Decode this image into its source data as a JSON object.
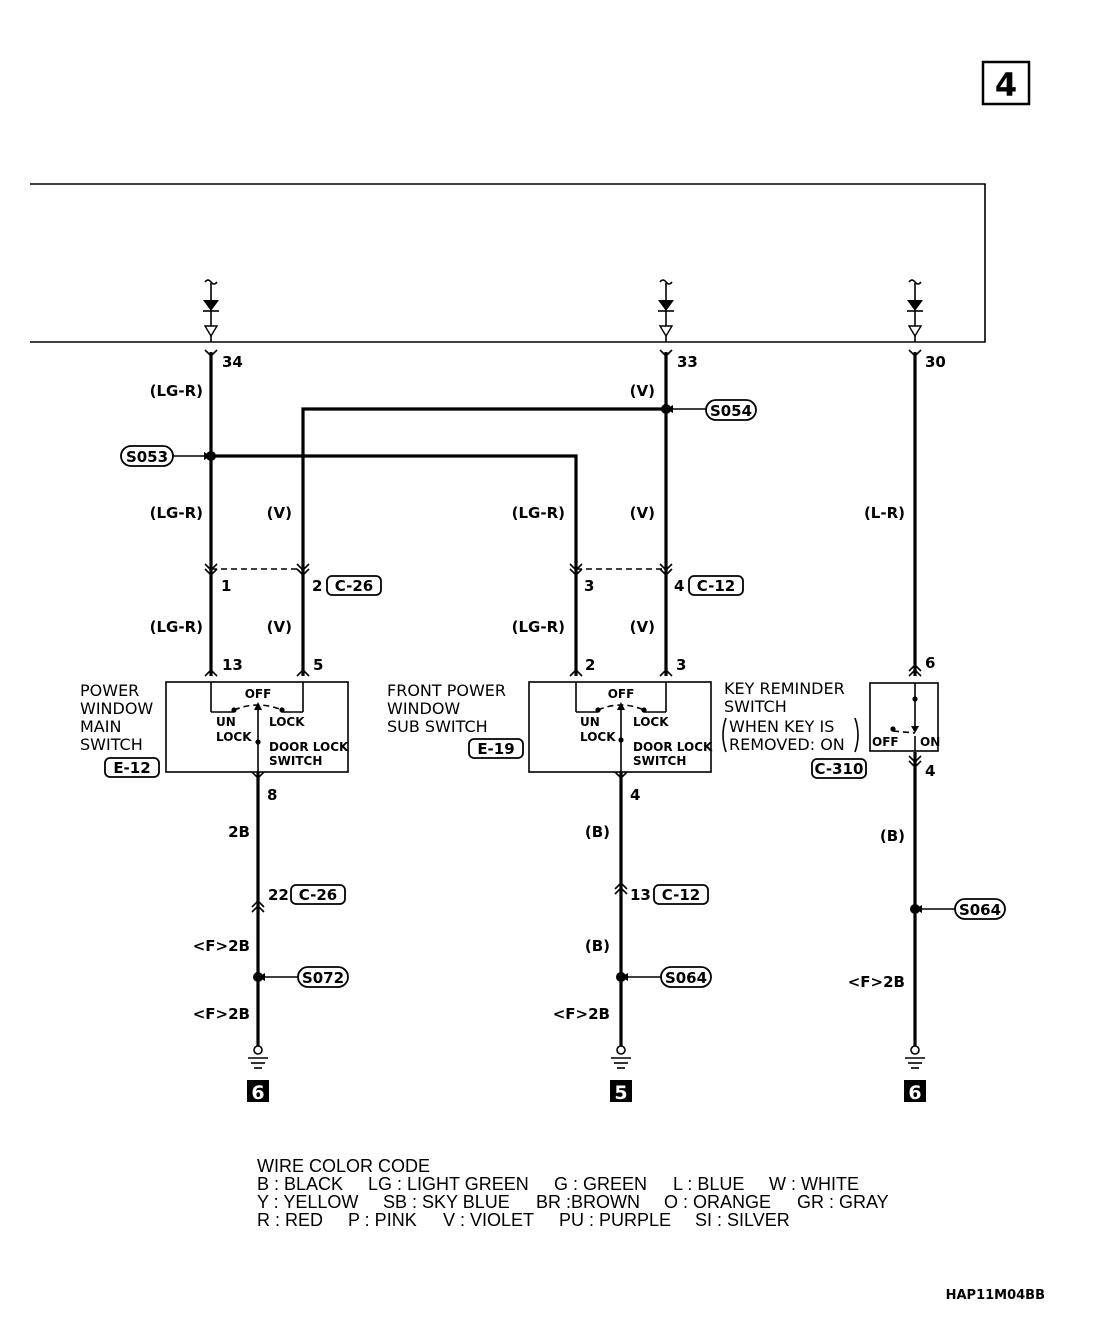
{
  "page_number": "4",
  "diagram_code": "HAP11M04BB",
  "terminals": {
    "t34": "34",
    "t33": "33",
    "t30": "30"
  },
  "wire_labels": {
    "lgr_top": "(LG-R)",
    "v_top": "(V)",
    "lgr_1": "(LG-R)",
    "v_1": "(V)",
    "lgr_2": "(LG-R)",
    "v_2": "(V)",
    "lr_1": "(L-R)",
    "lgr_a": "(LG-R)",
    "v_a": "(V)",
    "lgr_b": "(LG-R)",
    "v_b": "(V)",
    "w_2b": "2B",
    "w_b1": "(B)",
    "w_b2": "(B)",
    "w_b3": "(B)",
    "f2b_1": "<F>2B",
    "f2b_2": "<F>2B",
    "f2b_3": "<F>2B",
    "f2b_4": "<F>2B"
  },
  "splices": {
    "s053": "S053",
    "s054": "S054",
    "s072": "S072",
    "s064a": "S064",
    "s064b": "S064"
  },
  "connectors": {
    "c26_a": "C-26",
    "c12_a": "C-12",
    "c26_b": "C-26",
    "c12_b": "C-12",
    "c310": "C-310",
    "e12": "E-12",
    "e19": "E-19"
  },
  "pins": {
    "p1": "1",
    "p2": "2",
    "p3": "3",
    "p4": "4",
    "m13": "13",
    "m5": "5",
    "s2": "2",
    "s3": "3",
    "k6": "6",
    "m8": "8",
    "s4": "4",
    "k4": "4",
    "j22": "22",
    "j13": "13"
  },
  "components": {
    "main_switch": [
      "POWER",
      "WINDOW",
      "MAIN",
      "SWITCH"
    ],
    "sub_switch": [
      "FRONT POWER",
      "WINDOW",
      "SUB SWITCH"
    ],
    "key_switch": [
      "KEY REMINDER",
      "SWITCH",
      "WHEN KEY IS",
      "REMOVED: ON"
    ]
  },
  "switch_labels": {
    "off": "OFF",
    "un": "UN",
    "lock_word": "LOCK",
    "lock": "LOCK",
    "door_lock": "DOOR LOCK",
    "switch": "SWITCH",
    "k_off": "OFF",
    "k_on": "ON"
  },
  "grounds": {
    "g1": "6",
    "g2": "5",
    "g3": "6"
  },
  "legend": {
    "title": "WIRE COLOR CODE",
    "rows": [
      [
        "B : BLACK",
        "LG : LIGHT GREEN",
        "G : GREEN",
        "L : BLUE",
        "W : WHITE"
      ],
      [
        "Y : YELLOW",
        "SB : SKY BLUE",
        "BR :BROWN",
        "O : ORANGE",
        "GR : GRAY"
      ],
      [
        "R : RED",
        "P : PINK",
        "V : VIOLET",
        "PU : PURPLE",
        "SI : SILVER"
      ]
    ]
  }
}
